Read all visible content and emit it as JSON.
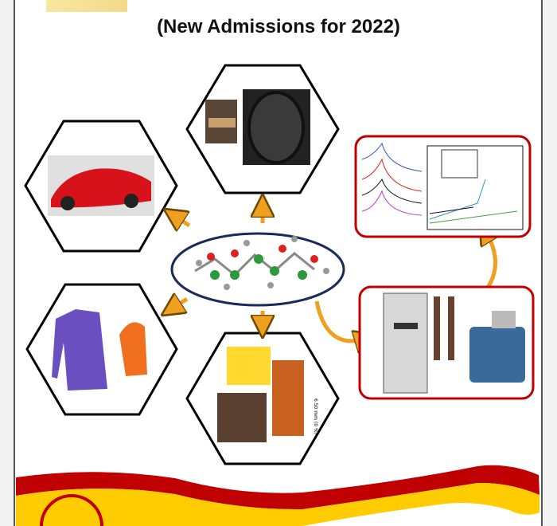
{
  "header": {
    "subtitle": "(New Admissions for 2022)"
  },
  "center": {
    "label": "polymer-molecule"
  },
  "applications": [
    "automotive",
    "footwear-and-tires",
    "textiles-and-gloves",
    "3d-printed-materials"
  ],
  "characterization": [
    "spectra-and-stress-strain-curves",
    "testing-instruments"
  ],
  "figure_text": {
    "scale_label": "6.50 mm (0 %)"
  },
  "colors": {
    "frame_red": "#c00000",
    "arrow_orange": "#f0a020",
    "ellipse_navy": "#1a2a5a",
    "banner_red": "#c00000",
    "banner_yellow": "#ffcc00"
  }
}
